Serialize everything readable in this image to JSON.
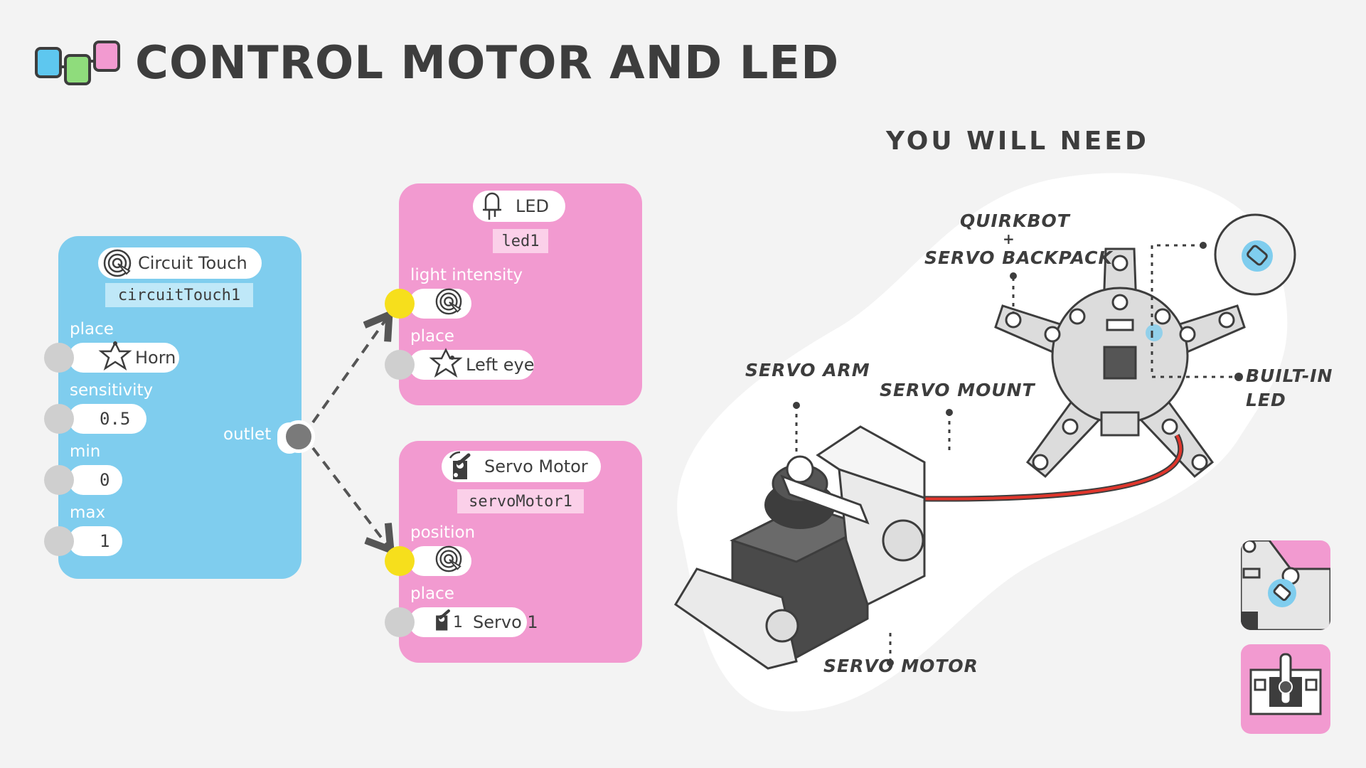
{
  "header": {
    "title": "CONTROL MOTOR AND LED"
  },
  "need": {
    "title": "YOU WILL NEED"
  },
  "colors": {
    "blue": "#7fcdee",
    "pink": "#f29ad0",
    "green": "#8fdc7c",
    "yellow": "#f6df1c",
    "dark": "#3d3d3d"
  },
  "circuit_touch": {
    "name": "Circuit Touch",
    "id": "circuitTouch1",
    "place_label": "place",
    "place_value": "Horn",
    "sensitivity_label": "sensitivity",
    "sensitivity_value": "0.5",
    "min_label": "min",
    "min_value": "0",
    "max_label": "max",
    "max_value": "1",
    "outlet_label": "outlet"
  },
  "led": {
    "name": "LED",
    "id": "led1",
    "light_label": "light intensity",
    "place_label": "place",
    "place_value": "Left eye"
  },
  "servo": {
    "name": "Servo Motor",
    "id": "servoMotor1",
    "position_label": "position",
    "place_label": "place",
    "place_value": "Servo 1",
    "place_badge": "1"
  },
  "callouts": {
    "quirkbot_1": "QUIRKBOT",
    "quirkbot_plus": "+",
    "quirkbot_2": "SERVO BACKPACK",
    "servo_arm": "SERVO ARM",
    "servo_mount": "SERVO MOUNT",
    "builtin_1": "BUILT-IN",
    "builtin_2": "LED",
    "servo_motor": "SERVO MOTOR"
  }
}
